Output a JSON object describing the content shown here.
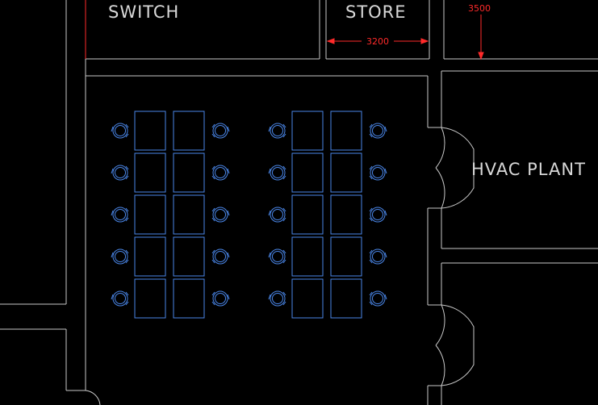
{
  "rooms": {
    "switch": "SWITCH",
    "store": "STORE",
    "hvac": "HVAC PLANT"
  },
  "dimensions": {
    "store_width": "3200",
    "right_height": "3500"
  },
  "colors": {
    "background": "#000000",
    "walls": "#c8c8c8",
    "furniture": "#4a86e8",
    "dimension": "#ff2a2a"
  },
  "layout": {
    "desk_groups": 2,
    "rows": 5,
    "desks_per_row": 2
  }
}
